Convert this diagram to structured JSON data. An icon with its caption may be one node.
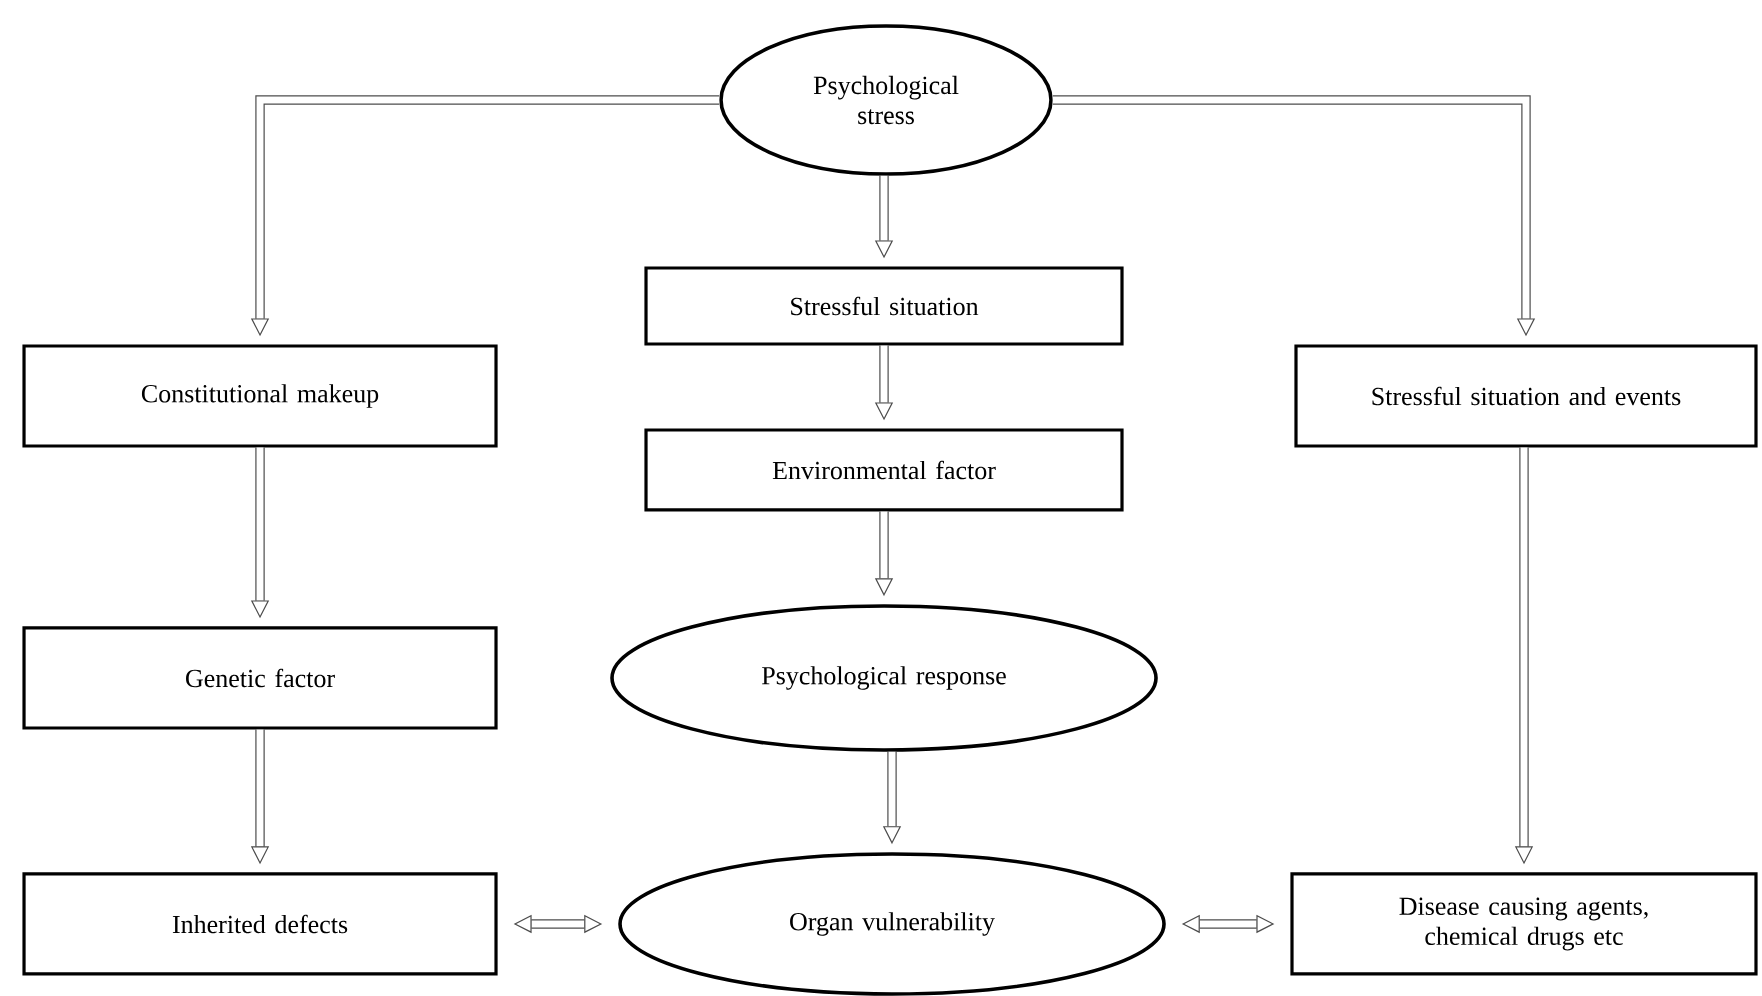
{
  "diagram": {
    "nodes": [
      {
        "text": [
          "Psychological stress"
        ]
      },
      {
        "text": [
          "Stressful situation"
        ]
      },
      {
        "text": [
          "Constitutional makeup"
        ]
      },
      {
        "text": [
          "Stressful situation and events"
        ]
      },
      {
        "text": [
          "Environmental factor"
        ]
      },
      {
        "text": [
          "Genetic factor"
        ]
      },
      {
        "text": [
          "Psychological response"
        ]
      },
      {
        "text": [
          "Inherited defects"
        ]
      },
      {
        "text": [
          "Organ vulnerability"
        ]
      },
      {
        "text": [
          "Disease causing agents, chemical drugs etc"
        ]
      }
    ],
    "edges": [
      {
        "from": 0,
        "to": 2,
        "arrow": "to"
      },
      {
        "from": 0,
        "to": 1,
        "arrow": "to"
      },
      {
        "from": 0,
        "to": 3,
        "arrow": "to"
      },
      {
        "from": 1,
        "to": 4,
        "arrow": "to"
      },
      {
        "from": 4,
        "to": 6,
        "arrow": "to"
      },
      {
        "from": 6,
        "to": 8,
        "arrow": "to"
      },
      {
        "from": 2,
        "to": 5,
        "arrow": "to"
      },
      {
        "from": 5,
        "to": 7,
        "arrow": "to"
      },
      {
        "from": 3,
        "to": 9,
        "arrow": "to"
      },
      {
        "from": 7,
        "to": 8,
        "arrow": "both"
      },
      {
        "from": 8,
        "to": 9,
        "arrow": "both"
      }
    ]
  }
}
